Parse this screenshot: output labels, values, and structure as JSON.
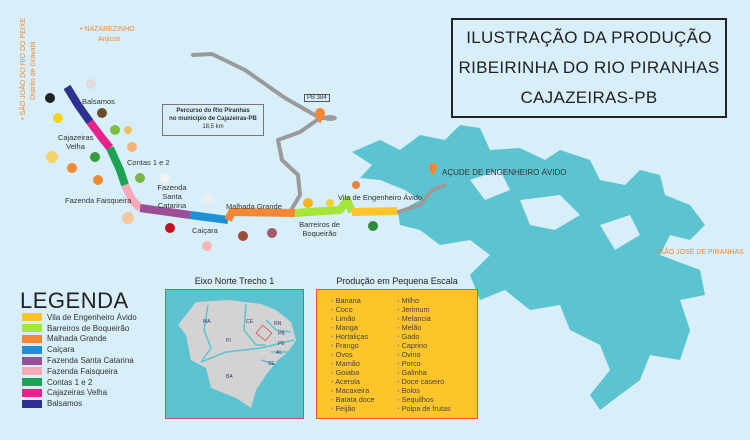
{
  "title_lines": [
    "ILUSTRAÇÃO DA PRODUÇÃO",
    "RIBEIRINHA DO RIO PIRANHAS",
    "CAJAZEIRAS-PB"
  ],
  "places": {
    "nazarezinho": "• NAZAREZINHO",
    "anjicos": "Anjicos",
    "sao_joao": "• SÃO JOÃO DO RIO DO PEIXE",
    "distrito": "Distrito de Gravatá",
    "sao_jose": "• SÃO JOSÉ DE PIRANHAS",
    "acude": "AÇUDE DE ENGENHEIRO ÁVIDO",
    "pb384": "PB 384"
  },
  "route_info": [
    "Percurso do Rio Piranhas",
    "no município de Cajazeiras-PB",
    "18,5 km"
  ],
  "stops": {
    "balsamos": "Balsamos",
    "cajazeiras": "Cajazeiras Velha",
    "contas": "Contas 1 e 2",
    "santa_catarina": "Fazenda Santa Catarina",
    "faisqueira": "Fazenda Faisqueira",
    "caicara": "Caiçara",
    "malhada": "Malhada Grande",
    "barreiros": "Barreiros de Boqueirão",
    "vila": "Vila de Engenheiro Ávido"
  },
  "legend": {
    "title": "LEGENDA",
    "items": [
      {
        "label": "Vila de Engenheiro Ávido",
        "color": "#fdc52a"
      },
      {
        "label": "Barreiros de Boqueirão",
        "color": "#a6e53a"
      },
      {
        "label": "Malhada Grande",
        "color": "#f58634"
      },
      {
        "label": "Caiçara",
        "color": "#1e90d6"
      },
      {
        "label": "Fazenda Santa Catarina",
        "color": "#9b4f96"
      },
      {
        "label": "Fazenda Faisqueira",
        "color": "#f7a9b8"
      },
      {
        "label": "Contas 1 e 2",
        "color": "#1aa352"
      },
      {
        "label": "Cajazeiras Velha",
        "color": "#e8228a"
      },
      {
        "label": "Balsamos",
        "color": "#2e3192"
      }
    ]
  },
  "inset": {
    "title": "Eixo Norte Trecho 1",
    "states": [
      "MA",
      "CE",
      "RN",
      "PB",
      "PE",
      "AL",
      "SE",
      "PI",
      "BA"
    ]
  },
  "production": {
    "title": "Produção em Pequena Escala",
    "col1": [
      "Banana",
      "Coco",
      "Limão",
      "Manga",
      "Hortaliças",
      "Frango",
      "Ovos",
      "Mamão",
      "Goiaba",
      "Acerola",
      "Macaxeira",
      "Batata doce",
      "Feijão"
    ],
    "col2": [
      "Milho",
      "Jerimum",
      "Melancia",
      "Melão",
      "Gado",
      "Caprino",
      "Ovino",
      "Porco",
      "Galinha",
      "Doce caseiro",
      "Bolos",
      "Sequilhos",
      "Polpa de frutas"
    ]
  }
}
